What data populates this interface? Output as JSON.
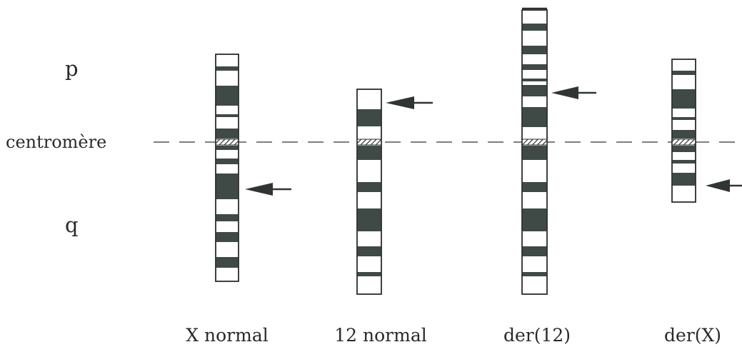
{
  "labels": {
    "p_arm": "p",
    "centromere": "centromère",
    "q_arm": "q"
  },
  "chromosomes": [
    {
      "id": "x-normal",
      "label": "X normal"
    },
    {
      "id": "12-normal",
      "label": "12 normal"
    },
    {
      "id": "der-12",
      "label": "der(12)"
    },
    {
      "id": "der-x",
      "label": "der(X)"
    }
  ],
  "colors": {
    "dark_band": "#3f4a46",
    "outline": "#2f2f2f",
    "arrow": "#2f3533",
    "centromere_line": "#555555"
  }
}
